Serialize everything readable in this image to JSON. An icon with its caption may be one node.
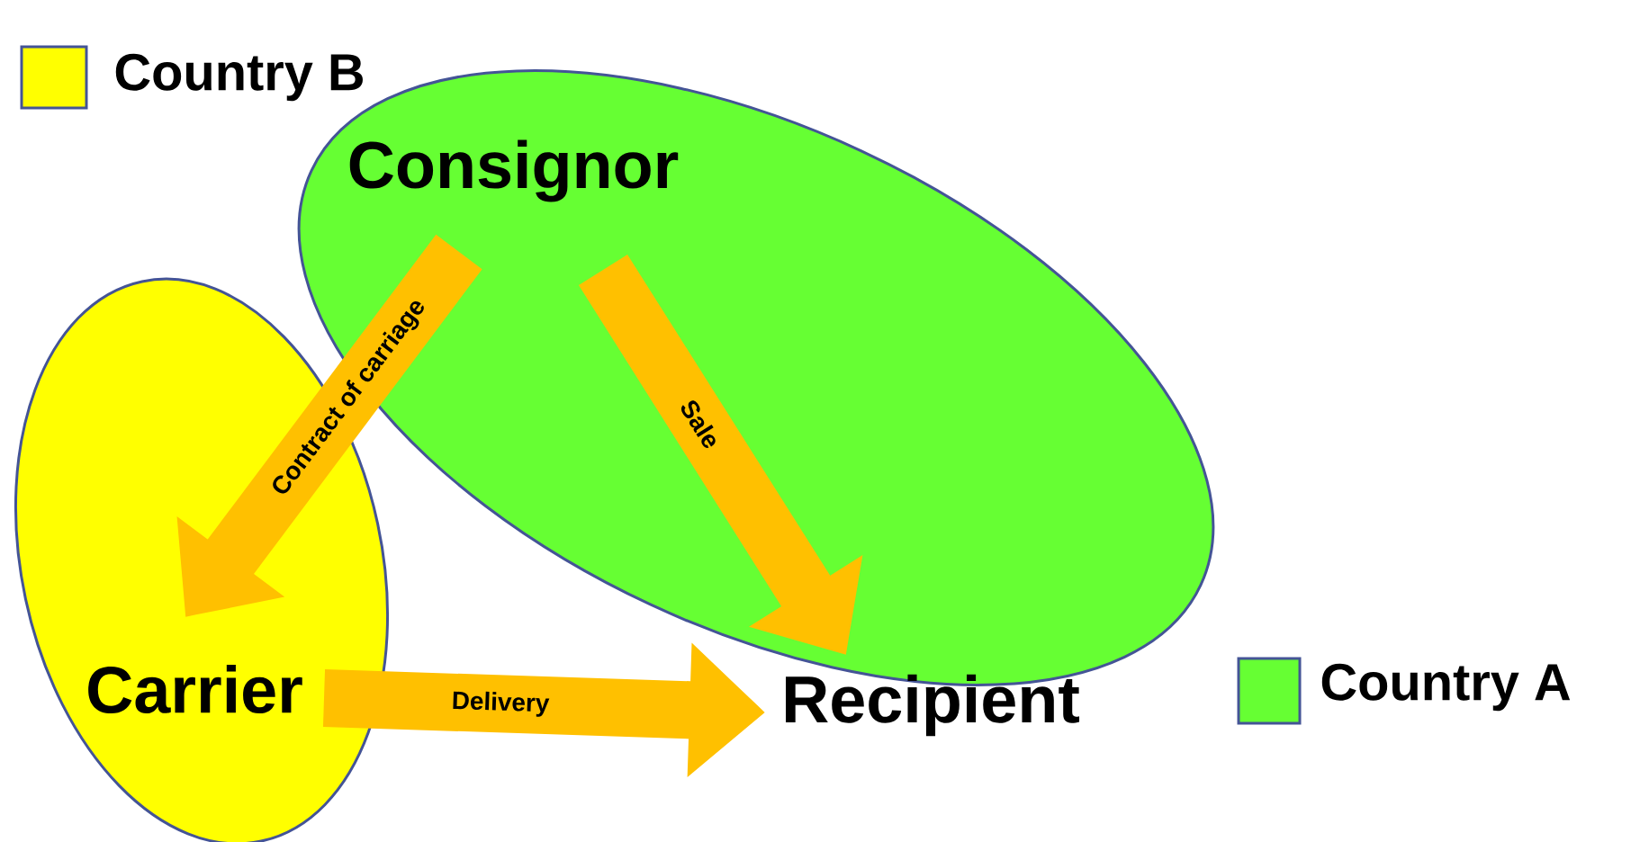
{
  "diagram": {
    "nodes": [
      {
        "text": [],
        "shape": "ellipse"
      },
      {
        "text": [],
        "shape": "ellipse"
      },
      {
        "text": [
          "Consignor"
        ],
        "in": 1
      },
      {
        "text": [
          "Carrier"
        ],
        "in": 0
      },
      {
        "text": [
          "Recipient"
        ]
      }
    ],
    "edges": [
      {
        "from": 2,
        "to": 3,
        "arrow": "to",
        "label": "Contract of carriage"
      },
      {
        "from": 2,
        "to": 4,
        "arrow": "to",
        "label": "Sale"
      },
      {
        "from": 3,
        "to": 4,
        "arrow": "to",
        "label": "Delivery"
      }
    ],
    "legend": [
      {
        "text": "Country B",
        "color": "#ffff00"
      },
      {
        "text": "Country A",
        "color": "#66ff33"
      }
    ]
  }
}
